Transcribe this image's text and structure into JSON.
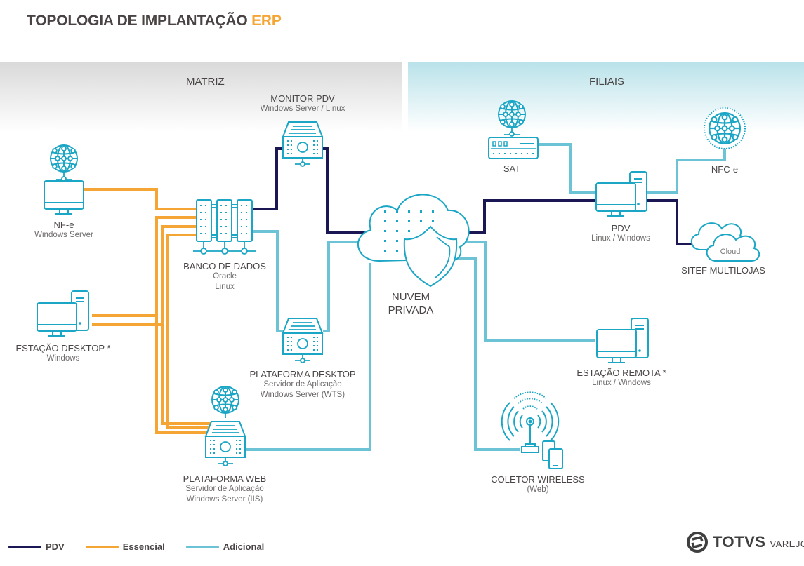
{
  "title": {
    "main": "TOPOLOGIA DE IMPLANTAÇÃO",
    "accent": "ERP"
  },
  "zones": {
    "matriz": "MATRIZ",
    "filiais": "FILIAIS"
  },
  "colors": {
    "pdv": "#1b1654",
    "essencial": "#f5a533",
    "adicional": "#6cc3d5",
    "icon": "#1aa6c4"
  },
  "nodes": {
    "nfe": {
      "name": "NF-e",
      "sub": "Windows Server"
    },
    "estacao_desktop": {
      "name": "ESTAÇÃO DESKTOP *",
      "sub": "Windows"
    },
    "banco_dados": {
      "name": "BANCO DE DADOS",
      "sub1": "Oracle",
      "sub2": "Linux"
    },
    "monitor_pdv": {
      "name": "MONITOR PDV",
      "sub": "Windows Server / Linux"
    },
    "plataforma_desktop": {
      "name": "PLATAFORMA DESKTOP",
      "sub1": "Servidor de Aplicação",
      "sub2": "Windows Server (WTS)"
    },
    "plataforma_web": {
      "name": "PLATAFORMA WEB",
      "sub1": "Servidor de Aplicação",
      "sub2": "Windows Server (IIS)"
    },
    "nuvem": {
      "line1": "NUVEM",
      "line2": "PRIVADA"
    },
    "sat": {
      "name": "SAT"
    },
    "nfce": {
      "name": "NFC-e"
    },
    "pdv": {
      "name": "PDV",
      "sub": "Linux / Windows"
    },
    "sitef": {
      "name": "SITEF MULTILOJAS",
      "cloud_text": "Cloud"
    },
    "estacao_remota": {
      "name": "ESTAÇÃO REMOTA *",
      "sub": "Linux / Windows"
    },
    "coletor": {
      "name": "COLETOR WIRELESS",
      "sub": "(Web)"
    }
  },
  "legend": [
    {
      "key": "pdv",
      "label": "PDV",
      "color": "#1b1654"
    },
    {
      "key": "essencial",
      "label": "Essencial",
      "color": "#f5a533"
    },
    {
      "key": "adicional",
      "label": "Adicional",
      "color": "#6cc3d5"
    }
  ],
  "logo": {
    "brand": "TOTVS",
    "sub": "VAREJO"
  }
}
